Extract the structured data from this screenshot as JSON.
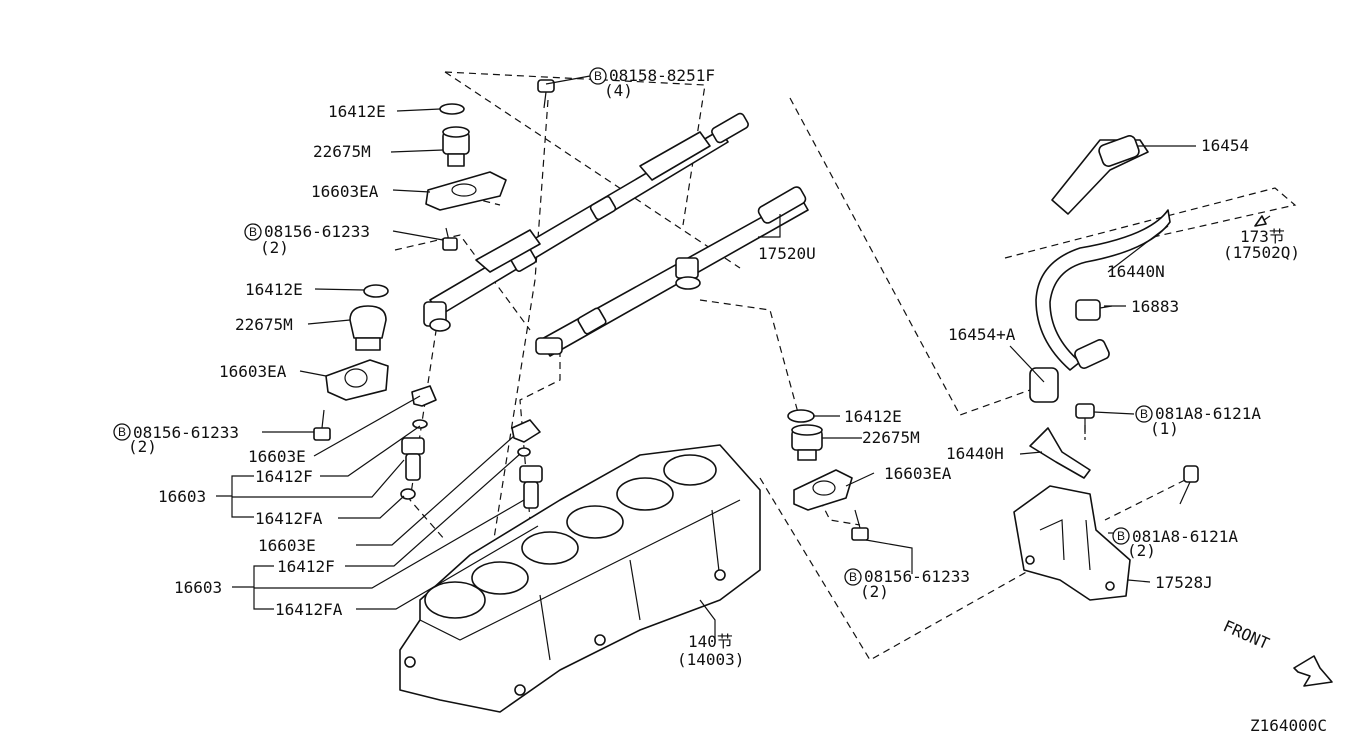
{
  "labels": {
    "p16412E_a": "16412E",
    "p22675M_a": "22675M",
    "p16603EA_a": "16603EA",
    "bolt_08156_a": "08156-61233",
    "qty_2_a": "(2)",
    "p16412E_b": "16412E",
    "p22675M_b": "22675M",
    "p16603EA_b": "16603EA",
    "bolt_08156_b": "08156-61233",
    "qty_2_b": "(2)",
    "p16603E_a": "16603E",
    "p16412F_a": "16412F",
    "p16603_a": "16603",
    "p16412FA_a": "16412FA",
    "p16603E_b": "16603E",
    "p16412F_b": "16412F",
    "p16603_b": "16603",
    "p16412FA_b": "16412FA",
    "bolt_08158": "08158-8251F",
    "qty_4": "(4)",
    "p17520U": "17520U",
    "p16412E_c": "16412E",
    "p22675M_c": "22675M",
    "p16603EA_c": "16603EA",
    "bolt_08156_c": "08156-61233",
    "qty_2_c": "(2)",
    "sec140": "140节",
    "sec140_code": "(14003)",
    "p16454": "16454",
    "sec173": "173节",
    "sec173_code": "(17502Q)",
    "p16440N": "16440N",
    "p16883": "16883",
    "p16454A": "16454+A",
    "bolt_081A8_a": "081A8-6121A",
    "qty_1": "(1)",
    "p16440H": "16440H",
    "bolt_081A8_b": "081A8-6121A",
    "qty_2_d": "(2)",
    "p17528J": "17528J",
    "front": "FRONT",
    "diagram_code": "Z164000C",
    "b_mark": "B"
  }
}
